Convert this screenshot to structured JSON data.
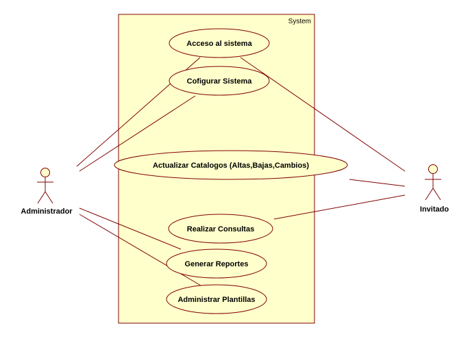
{
  "system": {
    "label": "System"
  },
  "actors": [
    {
      "id": "admin",
      "label": "Administrador"
    },
    {
      "id": "guest",
      "label": "Invitado"
    }
  ],
  "use_cases": [
    {
      "id": "uc1",
      "label": "Acceso al sistema"
    },
    {
      "id": "uc2",
      "label": "Cofigurar Sistema"
    },
    {
      "id": "uc3",
      "label": "Actualizar Catalogos (Altas,Bajas,Cambios)"
    },
    {
      "id": "uc4",
      "label": "Realizar Consultas"
    },
    {
      "id": "uc5",
      "label": "Generar Reportes"
    },
    {
      "id": "uc6",
      "label": "Administrar Plantillas"
    }
  ],
  "associations": [
    {
      "actor": "admin",
      "use_case": "uc1"
    },
    {
      "actor": "admin",
      "use_case": "uc2"
    },
    {
      "actor": "admin",
      "use_case": "uc5"
    },
    {
      "actor": "admin",
      "use_case": "uc6"
    },
    {
      "actor": "guest",
      "use_case": "uc1"
    },
    {
      "actor": "guest",
      "use_case": "uc3"
    },
    {
      "actor": "guest",
      "use_case": "uc4"
    }
  ],
  "colors": {
    "system_fill": "#ffffcc",
    "system_stroke": "#800000",
    "use_case_fill": "#ffffcc",
    "line": "#800000",
    "actor_fill": "#ffffcc"
  }
}
